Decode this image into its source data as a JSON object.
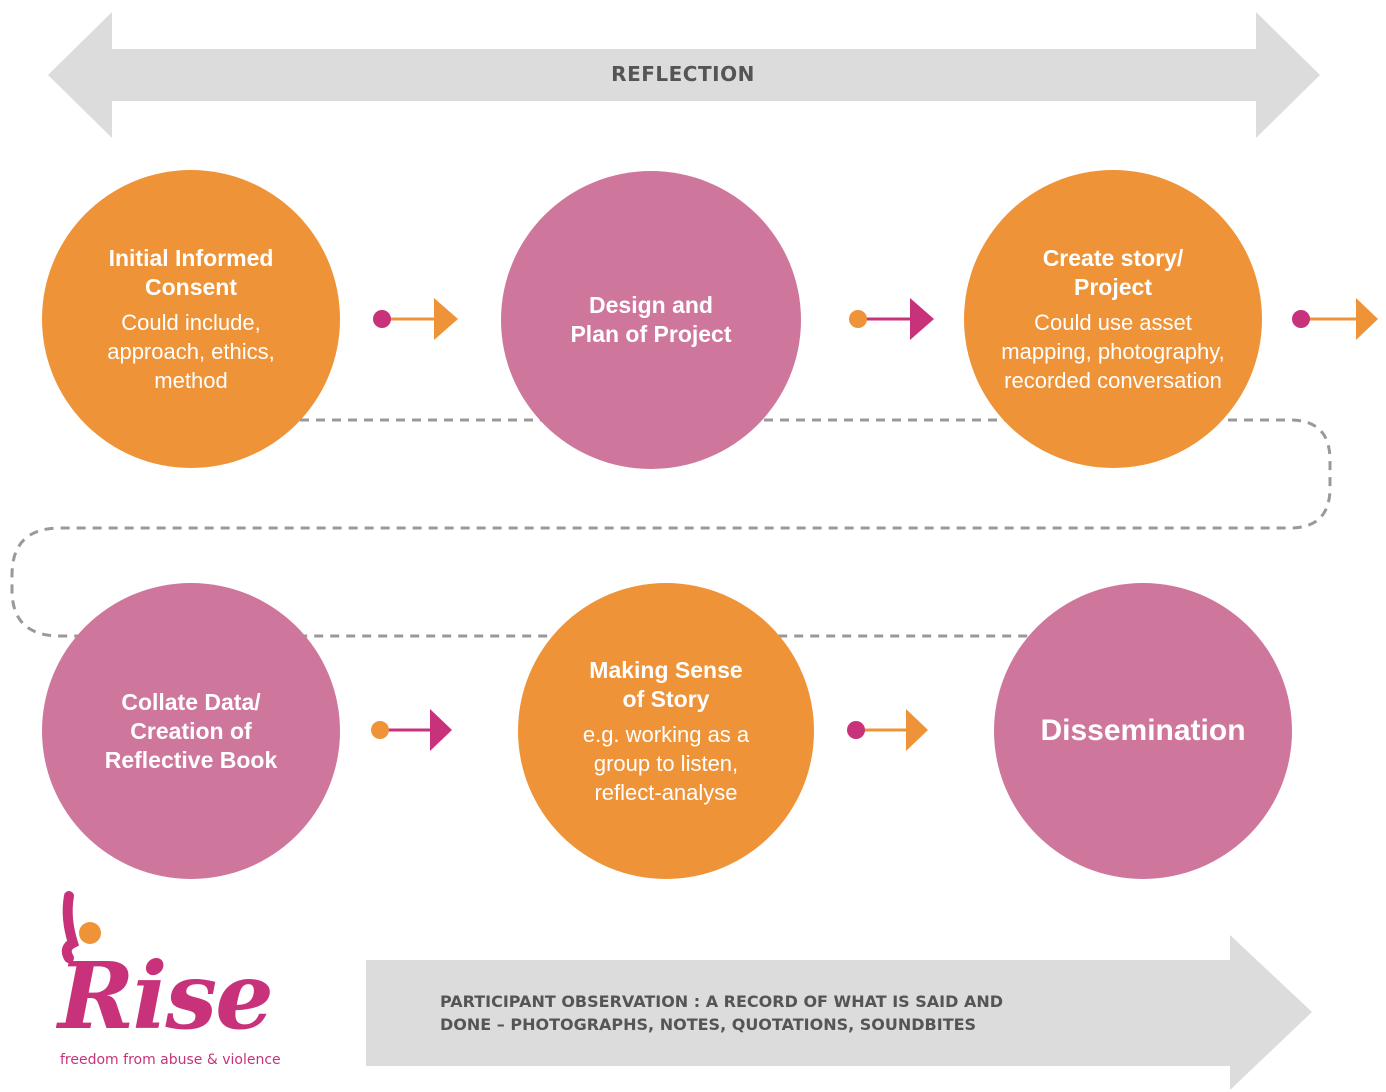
{
  "reflection_label": "REFLECTION",
  "observation_label": "PARTICIPANT OBSERVATION : A RECORD OF WHAT IS SAID AND\nDONE – PHOTOGRAPHS, NOTES, QUOTATIONS, SOUNDBITES",
  "colors": {
    "orange": "#ef9338",
    "pink": "#cf769d",
    "banner_grey": "#dcdcdc",
    "banner_text": "#555555",
    "dashed_path": "#999999",
    "logo_magenta": "#c8327a"
  },
  "steps": [
    {
      "title": "Initial Informed\nConsent",
      "desc": "Could include,\napproach, ethics,\nmethod",
      "color": "orange"
    },
    {
      "title": "Design and\nPlan of Project",
      "desc": "",
      "color": "pink"
    },
    {
      "title": "Create story/\nProject",
      "desc": "Could use asset\nmapping, photography,\nrecorded conversation",
      "color": "orange"
    },
    {
      "title": "Collate Data/\nCreation of\nReflective Book",
      "desc": "",
      "color": "pink"
    },
    {
      "title": "Making Sense\nof Story",
      "desc": "e.g. working as a\ngroup to listen,\nreflect-analyse",
      "color": "orange"
    },
    {
      "title": "Dissemination",
      "desc": "",
      "color": "pink"
    }
  ],
  "logo": {
    "word": "Rise",
    "tagline": "freedom from abuse & violence"
  }
}
